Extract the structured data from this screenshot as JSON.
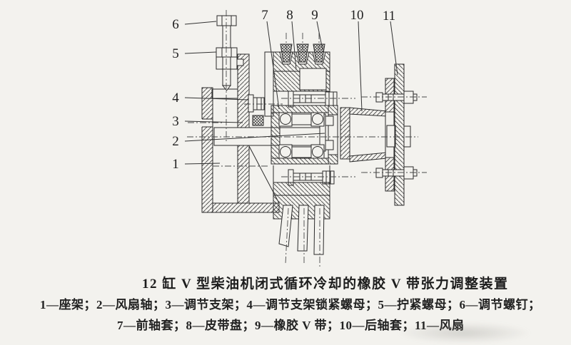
{
  "colors": {
    "paper": "#f3f2ee",
    "ink": "#2b2b2b",
    "hatch": "#3d3d3d",
    "centerline": "#4a4a4a"
  },
  "figure": {
    "caption": {
      "title": "12 缸 V 型柴油机闭式循环冷却的橡胶 V 带张力调整装置",
      "legend_line1": "1—座架；2—风扇轴；3—调节支架；4—调节支架锁紧螺母；5—拧紧螺母；6—调节螺钉；",
      "legend_line2": "7—前轴套；8—皮带盘；9—橡胶 V 带；10—后轴套；11—风扇"
    },
    "parts": [
      {
        "num": "1",
        "name": "座架"
      },
      {
        "num": "2",
        "name": "风扇轴"
      },
      {
        "num": "3",
        "name": "调节支架"
      },
      {
        "num": "4",
        "name": "调节支架锁紧螺母"
      },
      {
        "num": "5",
        "name": "拧紧螺母"
      },
      {
        "num": "6",
        "name": "调节螺钉"
      },
      {
        "num": "7",
        "name": "前轴套"
      },
      {
        "num": "8",
        "name": "皮带盘"
      },
      {
        "num": "9",
        "name": "橡胶V带"
      },
      {
        "num": "10",
        "name": "后轴套"
      },
      {
        "num": "11",
        "name": "风扇"
      }
    ]
  }
}
